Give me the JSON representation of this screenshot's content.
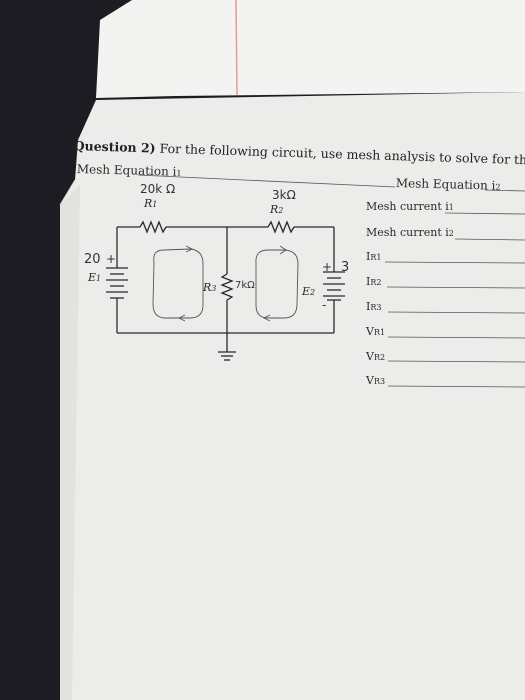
{
  "header": {
    "question_number": "Question 2)",
    "question_text": "For the following circuit, use mesh analysis to solve for the following:"
  },
  "equations": {
    "mesh_eq_i1": "Mesh Equation i",
    "mesh_eq_i1_sub": "1",
    "mesh_eq_i2": "Mesh Equation i",
    "mesh_eq_i2_sub": "2"
  },
  "answers": [
    {
      "label": "Mesh current i",
      "sub": "1"
    },
    {
      "label": "Mesh current i",
      "sub": "2"
    },
    {
      "label": "I",
      "sub": "R1"
    },
    {
      "label": "I",
      "sub": "R2"
    },
    {
      "label": "I",
      "sub": "R3"
    },
    {
      "label": "V",
      "sub": "R1"
    },
    {
      "label": "V",
      "sub": "R2"
    },
    {
      "label": "V",
      "sub": "R3"
    }
  ],
  "circuit": {
    "r1_label": "R",
    "r1_sub": "1",
    "r1_value": "20k Ω",
    "r2_label": "R",
    "r2_sub": "2",
    "r2_value": "3kΩ",
    "r3_label": "R",
    "r3_sub": "3",
    "r3_value": "7kΩ",
    "e1_label": "E",
    "e1_sub": "1",
    "e1_value": "20",
    "e2_label": "E",
    "e2_sub": "2",
    "e2_value": "3",
    "plus": "+",
    "minus": "-"
  },
  "colors": {
    "paper": "#efefec",
    "paper_shadow": "#dcdcd8",
    "margin_line": "#e59a9a",
    "ink": "#2a2a2a"
  }
}
